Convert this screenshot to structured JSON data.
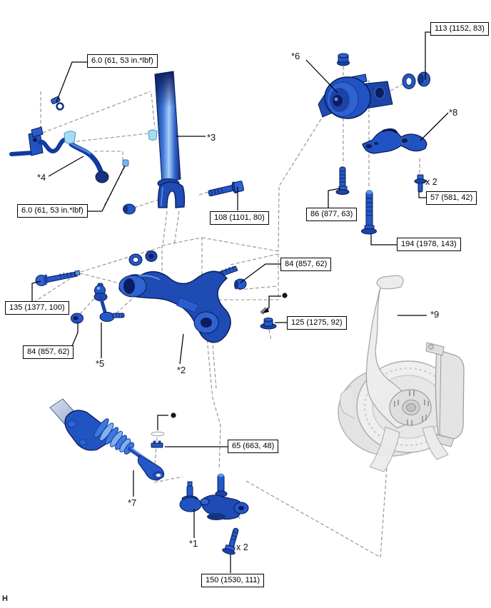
{
  "figure": {
    "description": "Front suspension exploded parts diagram",
    "footer_letter": "H"
  },
  "colors": {
    "part_blue": "#2154c2",
    "part_blue_dark": "#0a1a55",
    "part_blue_mid": "#1c44a8",
    "part_blue_light": "#5b93e6",
    "clip_light_blue": "#a6dcf3",
    "metal_grey": "#ededed",
    "dashed_line_grey": "#8f8f8f"
  },
  "torque_labels": [
    {
      "text": "6.0 (61, 53 in.*lbf)"
    },
    {
      "text": "113 (1152, 83)"
    },
    {
      "text": "6.0 (61, 53 in.*lbf)"
    },
    {
      "text": "108 (1101, 80)"
    },
    {
      "text": "86 (877, 63)"
    },
    {
      "text": "194 (1978, 143)"
    },
    {
      "text": "57 (581, 42)"
    },
    {
      "text": "84 (857, 62)"
    },
    {
      "text": "135 (1377, 100)"
    },
    {
      "text": "84 (857, 62)"
    },
    {
      "text": "125 (1275, 92)"
    },
    {
      "text": "65 (663, 48)"
    },
    {
      "text": "150 (1530, 111)"
    }
  ],
  "part_callouts": [
    {
      "text": "*1"
    },
    {
      "text": "*2"
    },
    {
      "text": "*3"
    },
    {
      "text": "*4"
    },
    {
      "text": "*5"
    },
    {
      "text": "*6"
    },
    {
      "text": "*7"
    },
    {
      "text": "*8"
    },
    {
      "text": "*9"
    }
  ],
  "quantity_markers": [
    {
      "text": "x 2"
    },
    {
      "text": "x 2"
    }
  ]
}
